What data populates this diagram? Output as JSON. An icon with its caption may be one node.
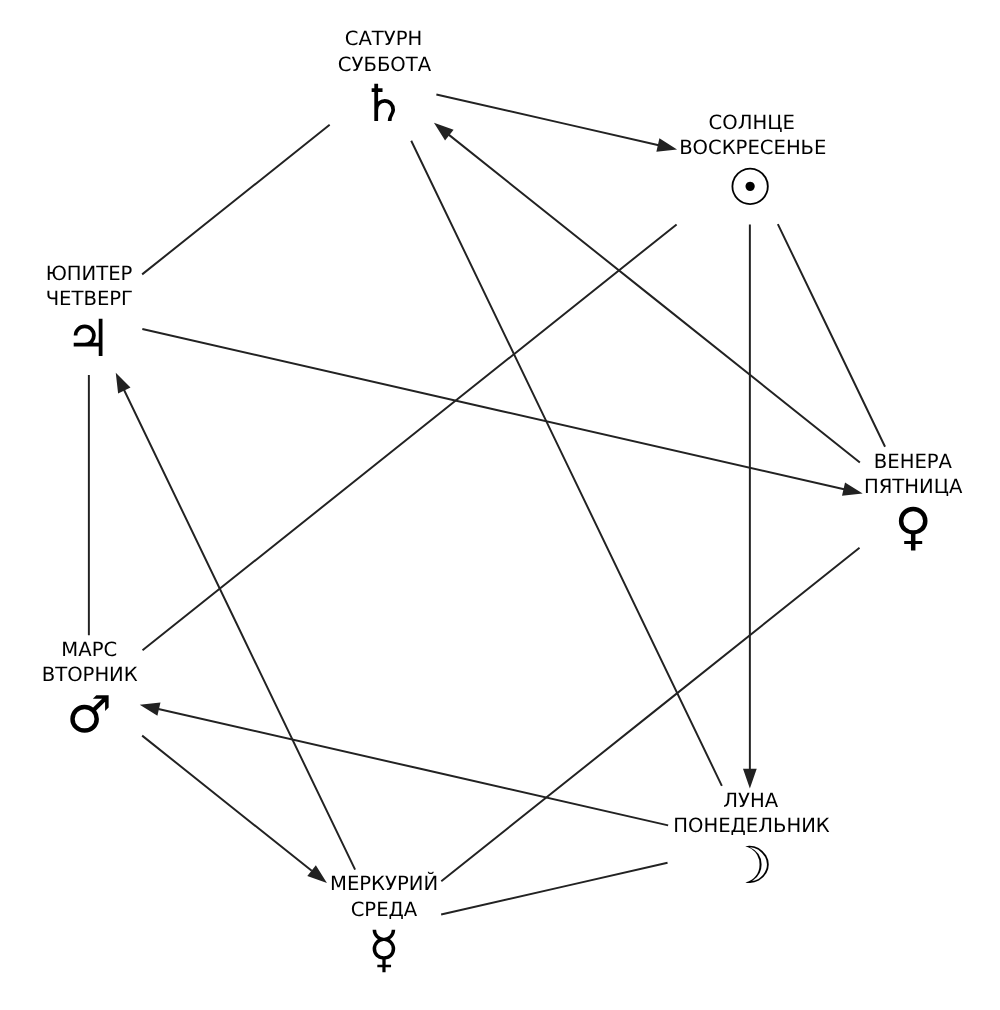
{
  "diagram": {
    "nodes": [
      {
        "text": [
          "☽"
        ],
        "beside": [
          "ЛУНА",
          "ПОНЕДЕЛЬНИК"
        ]
      },
      {
        "text": [
          "☿"
        ],
        "beside": [
          "МЕРКУРИЙ",
          "СРЕДА"
        ]
      },
      {
        "text": [
          "♀"
        ],
        "beside": [
          "ВЕНЕРА",
          "ПЯТНИЦА"
        ]
      },
      {
        "text": [
          "☉"
        ],
        "beside": [
          "СОЛНЦЕ",
          "ВОСКРЕСЕНЬЕ"
        ]
      },
      {
        "text": [
          "♂"
        ],
        "beside": [
          "МАРС",
          "ВТОРНИК"
        ]
      },
      {
        "text": [
          "♃"
        ],
        "beside": [
          "ЮПИТЕР",
          "ЧЕТВЕРГ"
        ]
      },
      {
        "text": [
          "♄"
        ],
        "beside": [
          "САТУРН",
          "СУББОТА"
        ]
      }
    ],
    "edges": [
      {
        "from": 0,
        "to": 1,
        "arrow": "none"
      },
      {
        "from": 1,
        "to": 2,
        "arrow": "none"
      },
      {
        "from": 2,
        "to": 3,
        "arrow": "none"
      },
      {
        "from": 3,
        "to": 4,
        "arrow": "none"
      },
      {
        "from": 4,
        "to": 5,
        "arrow": "none"
      },
      {
        "from": 5,
        "to": 6,
        "arrow": "none"
      },
      {
        "from": 6,
        "to": 0,
        "arrow": "none"
      },
      {
        "from": 0,
        "to": 4,
        "arrow": "to"
      },
      {
        "from": 4,
        "to": 1,
        "arrow": "to"
      },
      {
        "from": 1,
        "to": 5,
        "arrow": "to"
      },
      {
        "from": 5,
        "to": 2,
        "arrow": "to"
      },
      {
        "from": 2,
        "to": 6,
        "arrow": "to"
      },
      {
        "from": 6,
        "to": 3,
        "arrow": "to"
      },
      {
        "from": 3,
        "to": 0,
        "arrow": "to"
      }
    ]
  }
}
